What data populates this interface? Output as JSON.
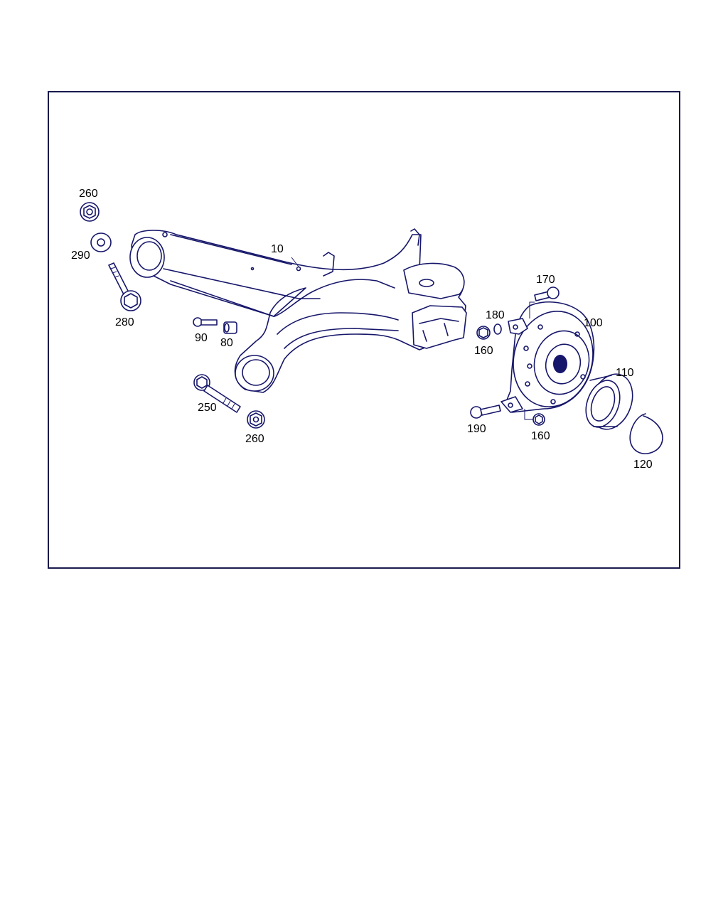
{
  "colors": {
    "line": "#16166a",
    "frame": "#1a1a4e",
    "background": "#ffffff"
  },
  "labels": {
    "p10": "10",
    "p80": "80",
    "p90": "90",
    "p100": "100",
    "p110": "110",
    "p120": "120",
    "p160_a": "160",
    "p160_b": "160",
    "p170": "170",
    "p180": "180",
    "p190": "190",
    "p250": "250",
    "p260_top": "260",
    "p260_bottom": "260",
    "p280": "280",
    "p290": "290"
  }
}
